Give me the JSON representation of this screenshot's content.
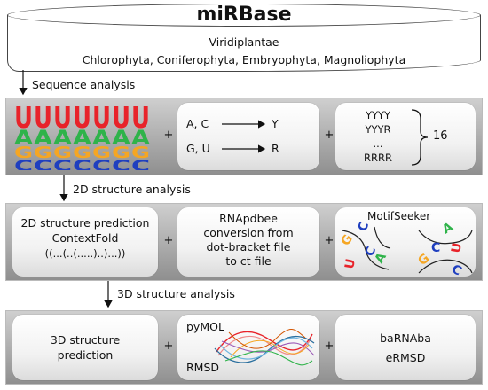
{
  "database": {
    "name": "miRBase",
    "kingdom": "Viridiplantae",
    "taxa": "Chlorophyta, Coniferophyta, Embryophyta, Magnoliophyta"
  },
  "stages": [
    {
      "label": "Sequence analysis"
    },
    {
      "label": "2D structure analysis"
    },
    {
      "label": "3D structure analysis"
    }
  ],
  "sequence_row": {
    "logo_letters": [
      "U",
      "A",
      "G",
      "C"
    ],
    "mapping": [
      {
        "from": "A, C",
        "to": "Y"
      },
      {
        "from": "G, U",
        "to": "R"
      }
    ],
    "combos": [
      "YYYY",
      "YYYR",
      "...",
      "RRRR"
    ],
    "count": "16",
    "plus": "+"
  },
  "structure2d_row": {
    "prediction_title": "2D structure prediction",
    "prediction_tool": "ContextFold",
    "prediction_notation": "((...(..(.....)..)...))",
    "conversion_lines": [
      "RNApdbee",
      "conversion from",
      "dot-bracket file",
      "to ct file"
    ],
    "motif_title": "MotifSeeker",
    "motif_left": [
      "G",
      "C",
      "C",
      "U",
      "A"
    ],
    "motif_right": [
      "C",
      "A",
      "U",
      "G",
      "C"
    ],
    "plus": "+"
  },
  "structure3d_row": {
    "prediction_lines": [
      "3D structure",
      "prediction"
    ],
    "pymol_label": "pyMOL",
    "rmsd_label": "RMSD",
    "tools": [
      "baRNAba",
      "eRMSD"
    ],
    "plus": "+"
  },
  "colors": {
    "U": "#e8232a",
    "A": "#2fb34a",
    "G": "#f5a623",
    "C": "#1f3fbf",
    "band_top": "#cfcfcf",
    "band_bottom": "#8f8f8f"
  }
}
